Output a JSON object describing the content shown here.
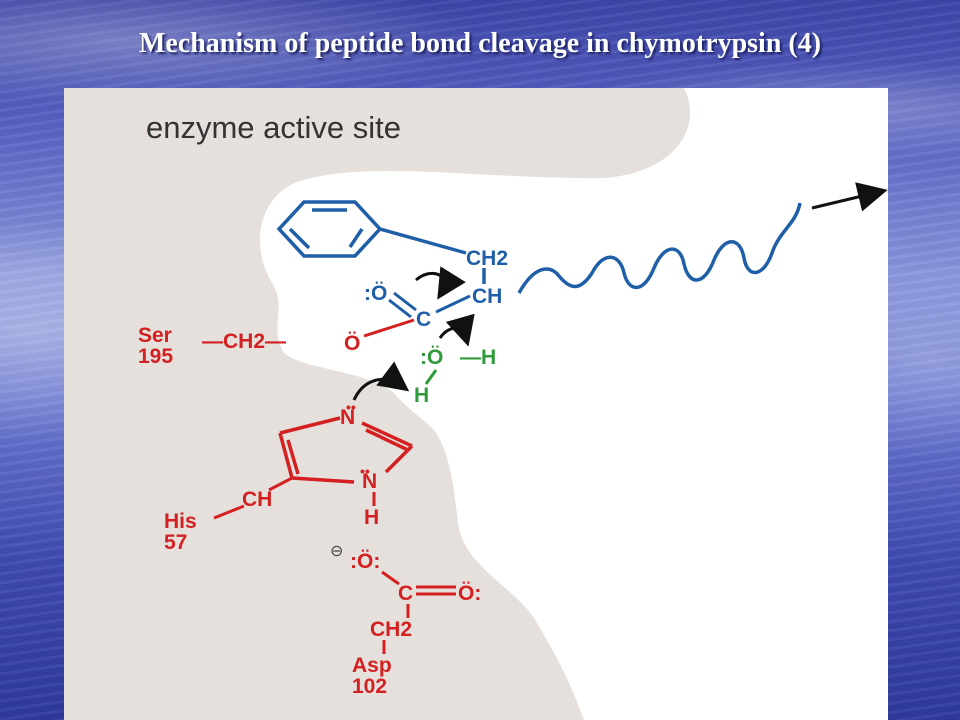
{
  "slide": {
    "title": "Mechanism of peptide bond cleavage in chymotrypsin (4)"
  },
  "diagram": {
    "site_label": "enzyme active site",
    "substrate": {
      "ch2": "CH2",
      "ch": "CH",
      "carbonyl_o": ":Ö",
      "carbonyl_c": "C"
    },
    "serine": {
      "name": "Ser",
      "number": "195",
      "ch2": "—CH2—",
      "o": "Ö"
    },
    "water": {
      "o": ":Ö",
      "h_right": "—H",
      "h_down": "H"
    },
    "histidine": {
      "name": "His",
      "number": "57",
      "ch": "CH",
      "n_top": "N",
      "n_bottom": "N",
      "h": "H"
    },
    "aspartate": {
      "charge": "⊖",
      "o_left": ":Ö:",
      "c": "C",
      "o_right": "Ö:",
      "ch2": "CH2",
      "name": "Asp",
      "number": "102"
    },
    "colors": {
      "enzyme": "#e5e0dc",
      "substrate": "#1f5fa8",
      "enzyme_residues": "#d42020",
      "water": "#2f9a3a",
      "arrows": "#000000"
    }
  }
}
